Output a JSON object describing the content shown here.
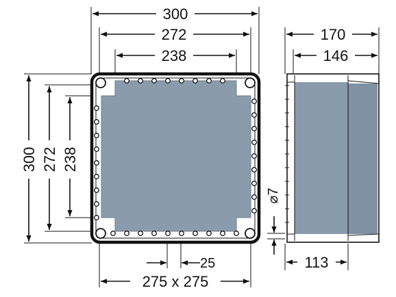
{
  "front_view": {
    "dimensions": {
      "outer_width": "300",
      "inner_width": "272",
      "window_width": "238",
      "outer_height": "300",
      "inner_height": "272",
      "window_height": "238",
      "hole_pitch": "25",
      "mounting": "275 x 275"
    }
  },
  "side_view": {
    "dimensions": {
      "outer_depth": "170",
      "inner_depth": "146",
      "base_depth": "113",
      "hole_diameter": "⌀7"
    }
  },
  "colors": {
    "panel_fill": "#8a9bab",
    "line": "#111111"
  }
}
